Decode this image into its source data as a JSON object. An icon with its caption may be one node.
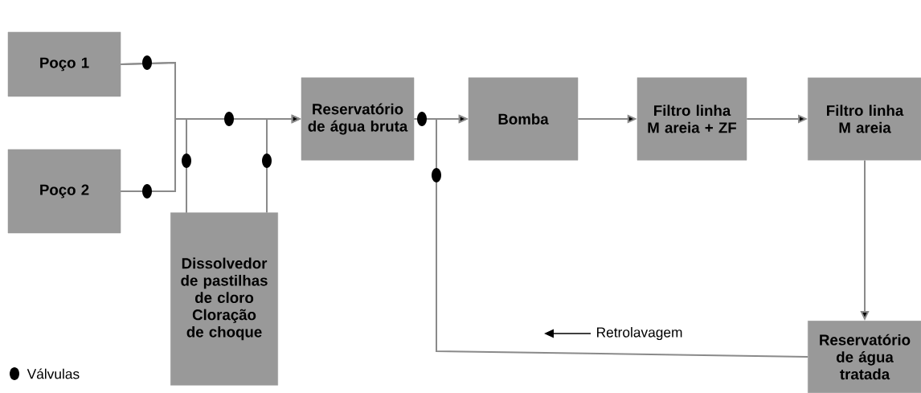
{
  "diagram": {
    "nodes": [
      {
        "text": [
          "Poço 1"
        ]
      },
      {
        "text": [
          "Poço 2"
        ]
      },
      {
        "text": [
          "Dissolvedor de pastilhas de cloro",
          "Cloração de choque"
        ]
      },
      {
        "text": [
          "Reservatório de água bruta"
        ]
      },
      {
        "text": [
          "Bomba"
        ]
      },
      {
        "text": [
          "Filtro linha M areia + ZF"
        ]
      },
      {
        "text": [
          "Filtro linha M areia"
        ]
      },
      {
        "text": [
          "Reservatório de água tratada"
        ]
      }
    ],
    "edges": [
      {
        "from": 0,
        "to": 3,
        "arrow": "to"
      },
      {
        "from": 1,
        "to": 3,
        "arrow": "to"
      },
      {
        "from": 0,
        "to": 2,
        "arrow": "none"
      },
      {
        "from": 1,
        "to": 2,
        "arrow": "none"
      },
      {
        "from": 2,
        "to": 3,
        "arrow": "to"
      },
      {
        "from": 3,
        "to": 4,
        "arrow": "to"
      },
      {
        "from": 4,
        "to": 5,
        "arrow": "to"
      },
      {
        "from": 5,
        "to": 6,
        "arrow": "to"
      },
      {
        "from": 6,
        "to": 7,
        "arrow": "to"
      },
      {
        "from": 7,
        "to": 4,
        "arrow": "to",
        "label": "Retrolavagem"
      }
    ],
    "legend": [
      {
        "text": "Válvulas"
      }
    ]
  }
}
